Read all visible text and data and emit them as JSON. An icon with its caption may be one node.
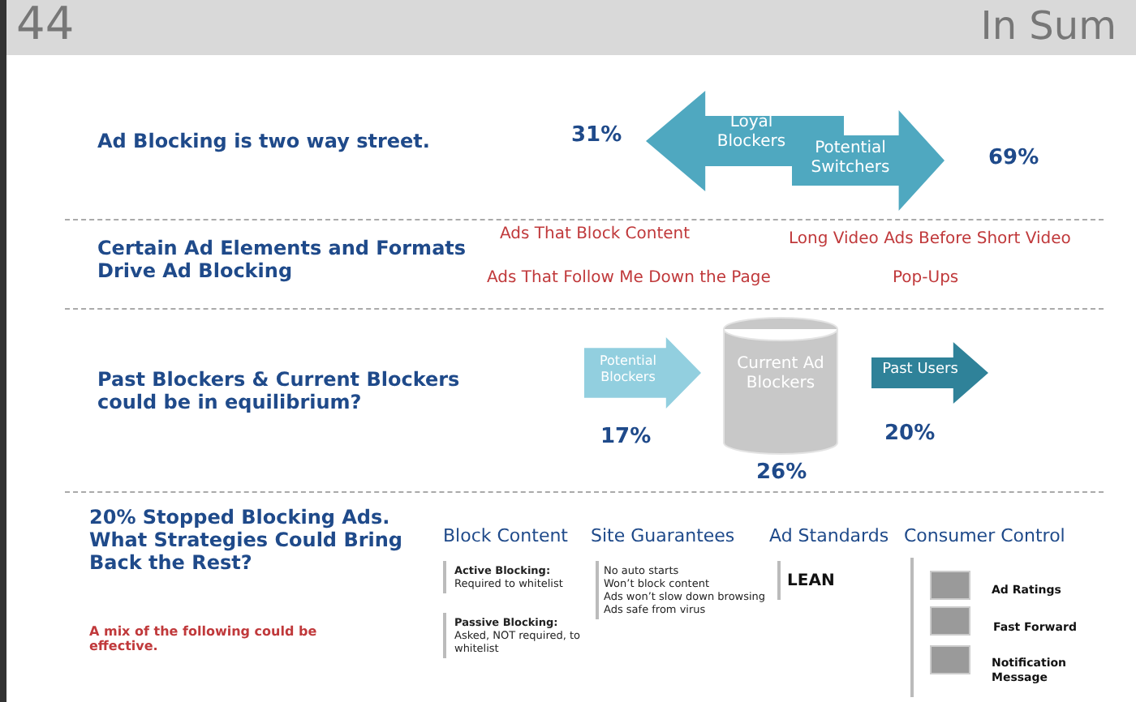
{
  "diagram": {
    "title": "In Sum",
    "nodes": [
      {
        "text": [
          "Loyal Blockers"
        ],
        "beside": [
          "31%"
        ]
      },
      {
        "text": [
          "Potential Switchers"
        ],
        "beside": [
          "69%"
        ]
      },
      {
        "text": [
          "Potential Blockers"
        ],
        "beside": [
          "17%"
        ]
      },
      {
        "text": [
          "Current Ad Blockers"
        ],
        "beside": [
          "26%"
        ]
      },
      {
        "text": [
          "Past Users"
        ],
        "beside": [
          "20%"
        ]
      }
    ],
    "labels": [
      "44",
      "Ad Blocking is two way street.",
      "Certain Ad Elements and Formats Drive Ad Blocking",
      "Ads That Block Content",
      "Long Video Ads Before Short Video",
      "Ads That Follow Me Down the Page",
      "Pop-Ups",
      "Past Blockers & Current Blockers could be in equilibrium?",
      "20% Stopped Blocking Ads. What Strategies Could Bring Back the Rest?",
      "Block Content",
      "Site Guarantees",
      "Ad Standards",
      "Consumer Control",
      "**Active Blocking:** Required to whitelist",
      "No auto starts",
      "Won’t block content",
      "Ads won’t slow down browsing",
      "Ads safe from virus",
      "LEAN",
      "Ad Ratings",
      "**Passive Blocking:** Asked, NOT required, to whitelist",
      "Fast Forward",
      "Notification Message",
      "A mix of the following could be effective."
    ]
  }
}
